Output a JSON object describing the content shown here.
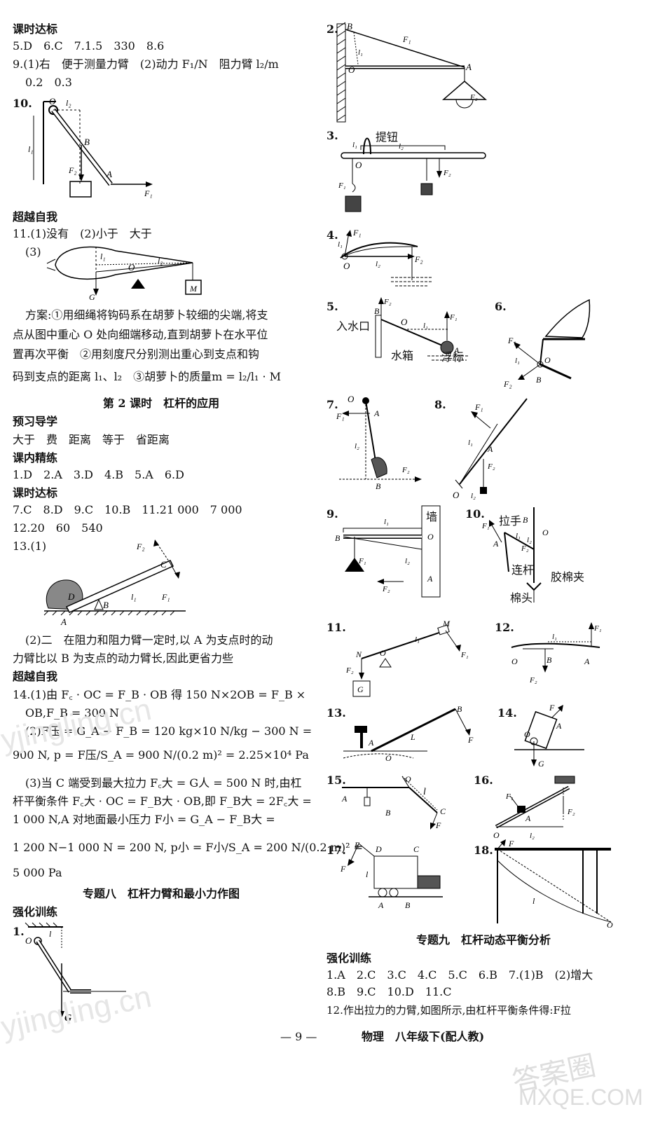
{
  "left": {
    "h_keshi": "课时达标",
    "l5": "5.D　6.C　7.1.5　330　8.6",
    "l9": "9.(1)右　便于测量力臂　(2)动力 F₁/N　阻力臂 l₂/m",
    "l9b": "0.2　0.3",
    "n10": "10.",
    "h_chaoyue": "超越自我",
    "l11": "11.(1)没有　(2)小于　大于",
    "l11b": "(3)",
    "fangan1": "方案:①用细绳将钩码系在胡萝卜较细的尖端,将支",
    "fangan2": "点从图中重心 O 处向细端移动,直到胡萝卜在水平位",
    "fangan3": "置再次平衡　②用刻度尺分别测出重心到支点和钩",
    "fangan4": "码到支点的距离 l₁、l₂　③胡萝卜的质量m = l₂/l₁ · M",
    "sec2": "第 2 课时　杠杆的应用",
    "h_yuxi": "预习导学",
    "yuxi": "大于　费　距离　等于　省距离",
    "h_kenei": "课内精练",
    "kenei": "1.D　2.A　3.D　4.B　5.A　6.D",
    "h_keshi2": "课时达标",
    "k7": "7.C　8.D　9.C　10.B　11.21 000　7 000",
    "k12": "12.20　60　540",
    "k13": "13.(1)",
    "k13b1": "(2)二　在阻力和阻力臂一定时,以 A 为支点时的动",
    "k13b2": "力臂比以 B 为支点的动力臂长,因此更省力些",
    "h_chaoyue2": "超越自我",
    "k14a": "14.(1)由 F꜀ · OC = F_B · OB 得 150 N×2OB = F_B ×",
    "k14b": "OB,F_B = 300 N",
    "k14c": "(2)F压 = G_A − F_B = 120 kg×10 N/kg − 300 N =",
    "k14d": "900 N, p = F压/S_A = 900 N/(0.2 m)² = 2.25×10⁴ Pa",
    "k14e": "(3)当 C 端受到最大拉力 F꜀大 = G人 = 500 N 时,由杠",
    "k14f": "杆平衡条件 F꜀大 · OC = F_B大 · OB,即 F_B大 = 2F꜀大 =",
    "k14g": "1 000 N,A 对地面最小压力 F小 = G_A − F_B大 =",
    "k14h": "1 200 N−1 000 N = 200 N, p小 = F小/S_A = 200 N/(0.2 m)² =",
    "k14i": "5 000 Pa",
    "sec8": "专题八　杠杆力臂和最小力作图",
    "h_qianghua": "强化训练",
    "q1": "1."
  },
  "right": {
    "n2": "2.",
    "n3": "3.",
    "n4": "4.",
    "n5": "5.",
    "n6": "6.",
    "n7": "7.",
    "n8": "8.",
    "n9": "9.",
    "n10": "10.",
    "n11": "11.",
    "n12": "12.",
    "n13": "13.",
    "n14": "14.",
    "n15": "15.",
    "n16": "16.",
    "n17": "17.",
    "n18": "18.",
    "f3_label": "提钮",
    "f5_in": "入水口",
    "f5_tank": "水箱",
    "f5_float": "浮标",
    "f9_wall": "墙",
    "f10_handle": "拉手",
    "f10_rod": "连杆",
    "f10_clip": "胶棉夹",
    "f10_head": "棉头",
    "sec9": "专题九　杠杆动态平衡分析",
    "h_qianghua": "强化训练",
    "r1": "1.A　2.C　3.C　4.C　5.C　6.B　7.(1)B　(2)增大",
    "r2": "8.B　9.C　10.D　11.C",
    "r3": "12.作出拉力的力臂,如图所示,由杠杆平衡条件得:F拉"
  },
  "footer": {
    "page": "— 9 —",
    "book": "物理　八年级下(配人教)"
  },
  "watermarks": [
    "yjingling.cn",
    "yjingling.cn",
    "答案圈",
    "MXQE.COM"
  ]
}
